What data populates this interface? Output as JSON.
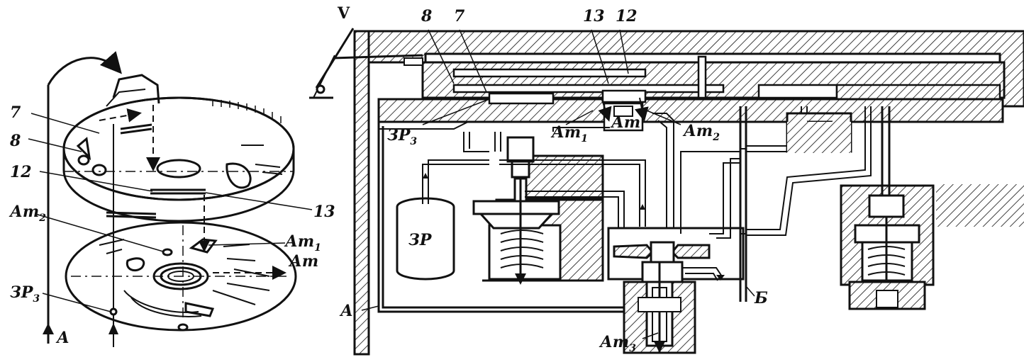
{
  "labels": {
    "left_7": "7",
    "left_8": "8",
    "left_12": "12",
    "left_13": "13",
    "left_at2_main": "Ат",
    "left_at2_sub": "2",
    "left_at1_main": "Ат",
    "left_at1_sub": "1",
    "left_at": "Ат",
    "left_er3_main": "ЗР",
    "left_er3_sub": "3",
    "left_a": "А",
    "right_v": "V",
    "right_8": "8",
    "right_7": "7",
    "right_13": "13",
    "right_12": "12",
    "right_er3_main": "ЗР",
    "right_er3_sub": "3",
    "right_at1_main": "Ат",
    "right_at1_sub": "1",
    "right_at_box": "Ат",
    "right_at2_main": "Ат",
    "right_at2_sub": "2",
    "right_er": "ЗР",
    "right_a": "А",
    "right_b": "Б",
    "right_at3_main": "Ат",
    "right_at3_sub": "3"
  }
}
